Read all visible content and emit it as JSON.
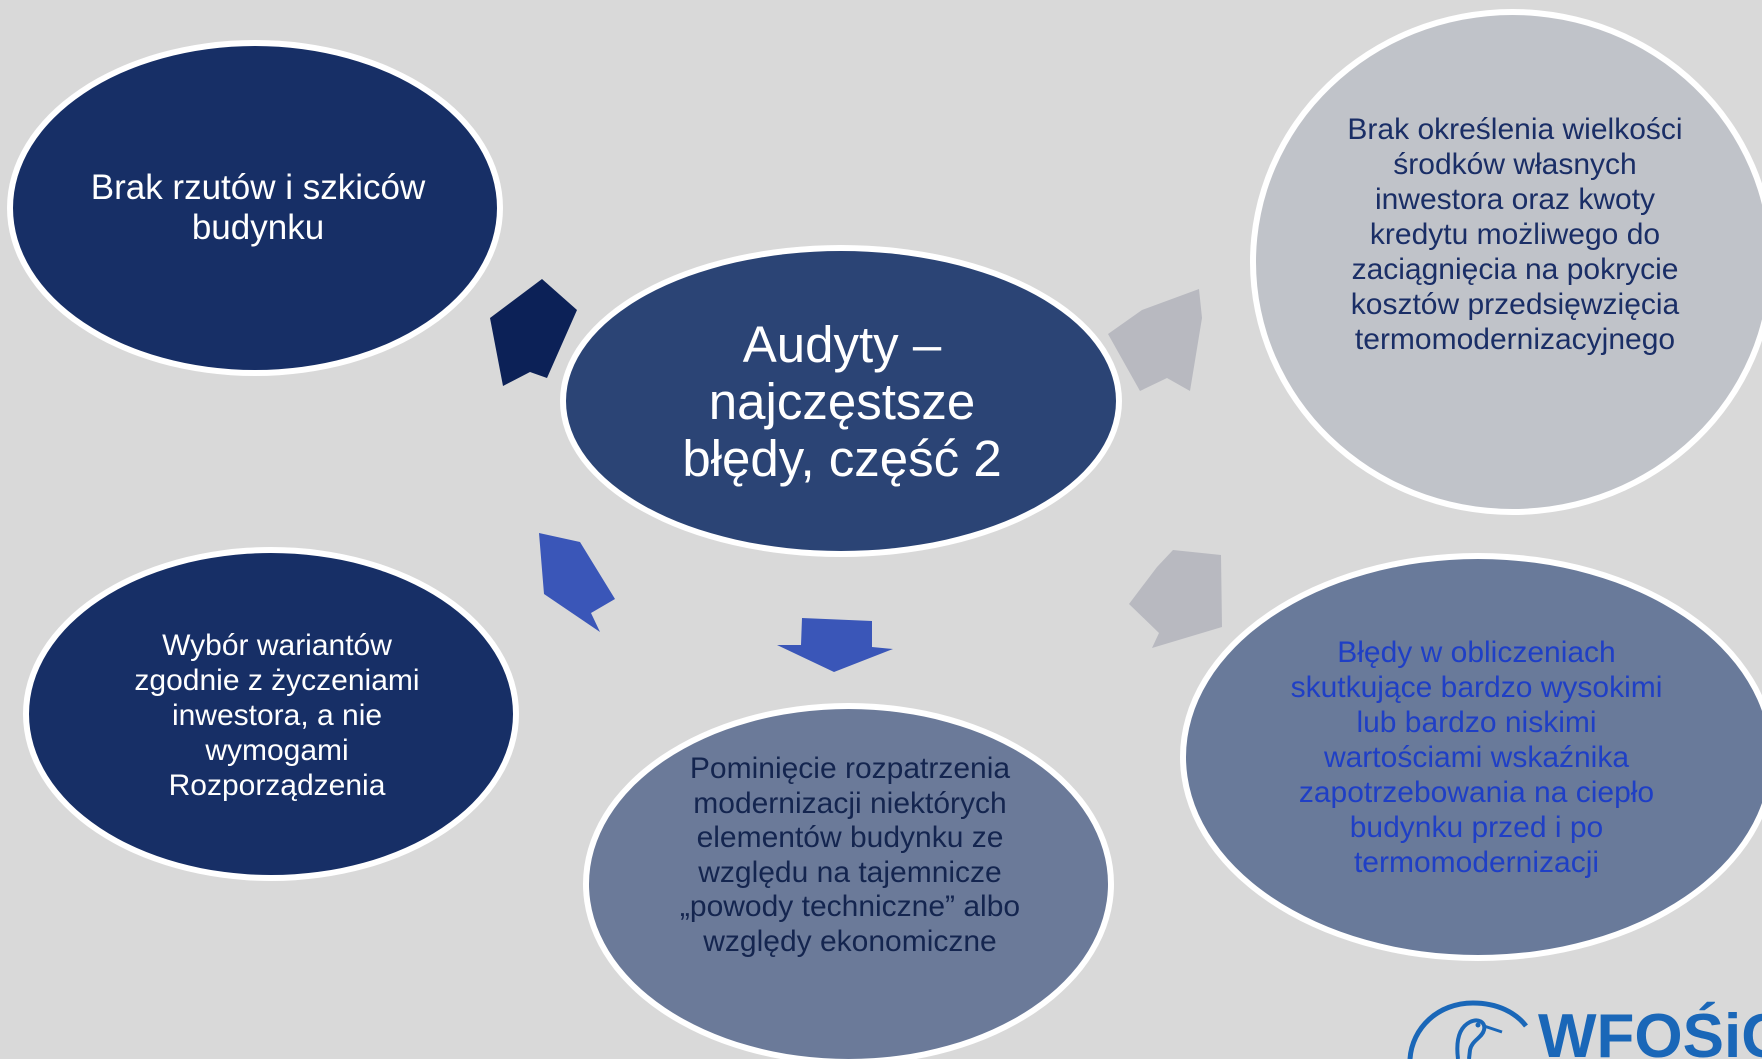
{
  "center": {
    "text": "Audyty –\nnajczęstsze\nbłędy, część 2"
  },
  "nodes": [
    {
      "id": "node-1",
      "text": "Brak rzutów i szkiców\nbudynku",
      "fill": "#172f66",
      "text_color": "#ffffff"
    },
    {
      "id": "node-2",
      "text": "Brak określenia wielkości\nśrodków własnych\ninwestora oraz kwoty\nkredytu możliwego do\nzaciągnięcia na pokrycie\nkosztów przedsięwzięcia\ntermomodernizacyjnego",
      "fill": "#c0c3c9",
      "text_color": "#1a2e66"
    },
    {
      "id": "node-3",
      "text": "Błędy w obliczeniach\nskutkujące bardzo wysokimi\nlub bardzo niskimi\nwartościami wskaźnika\nzapotrzebowania na ciepło\nbudynku przed i po\ntermomodernizacji",
      "fill": "#697a9a",
      "text_color": "#1f3fc5"
    },
    {
      "id": "node-4",
      "text": "Pominięcie rozpatrzenia\nmodernizacji niektórych\nelementów budynku ze\nwzględu na tajemnicze\n„powody techniczne” albo\nwzględy ekonomiczne",
      "fill": "#6b7a99",
      "text_color": "#14254f"
    },
    {
      "id": "node-5",
      "text": "Wybór wariantów\nzgodnie z życzeniami\ninwestora, a nie\nwymogami\nRozporządzenia",
      "fill": "#172f66",
      "text_color": "#ffffff"
    }
  ],
  "arrows": [
    {
      "to": "node-1",
      "color": "#0c2157",
      "icon": "arrow-up-left-icon"
    },
    {
      "to": "node-2",
      "color": "#b8b9c0",
      "icon": "arrow-up-right-icon"
    },
    {
      "to": "node-3",
      "color": "#b8b9c0",
      "icon": "arrow-down-right-icon"
    },
    {
      "to": "node-4",
      "color": "#3a56b8",
      "icon": "arrow-down-icon"
    },
    {
      "to": "node-5",
      "color": "#3a56b8",
      "icon": "arrow-down-left-icon"
    }
  ],
  "colors": {
    "background": "#d9d9d9",
    "outline": "#ffffff"
  },
  "logo": {
    "text": "WFOŚiGW",
    "color": "#1a67b8",
    "icon": "stork-logo-icon"
  }
}
